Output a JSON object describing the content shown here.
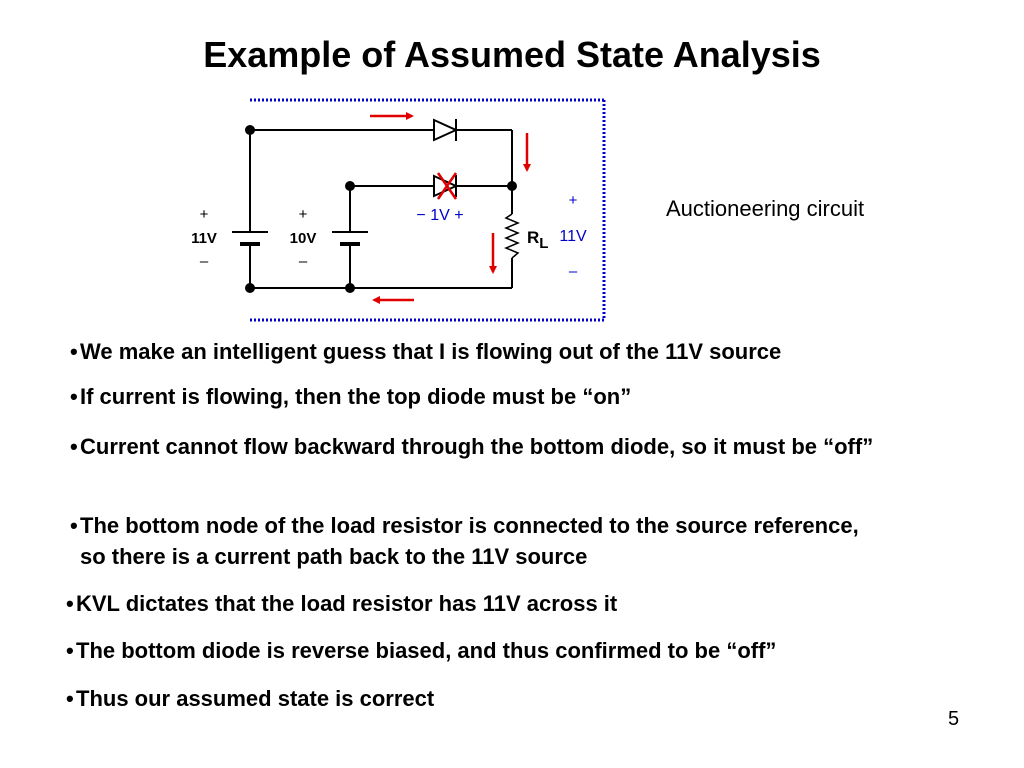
{
  "slide": {
    "title": "Example of Assumed State Analysis",
    "caption": "Auctioneering circuit",
    "page_number": "5"
  },
  "circuit": {
    "source1": {
      "plus": "+",
      "value": "11V",
      "minus": "–"
    },
    "source2": {
      "plus": "+",
      "value": "10V",
      "minus": "–"
    },
    "diode_voltage_label": "− 1V +",
    "resistor": {
      "label": "R",
      "subscript": "L"
    },
    "load_voltage": {
      "plus": "+",
      "value": "11V",
      "minus": "–"
    },
    "colors": {
      "wire": "#000000",
      "arrow": "#e00000",
      "annotation": "#0000cc",
      "boundary": "#0000cc"
    }
  },
  "bullets": [
    {
      "glyph": "•",
      "text": "We make an intelligent guess that I is flowing out of the 11V source"
    },
    {
      "glyph": "•",
      "text": "If current is flowing, then the top diode must be “on”"
    },
    {
      "glyph": "•",
      "text": "Current cannot flow backward through the bottom diode, so it must be “off”"
    },
    {
      "glyph": "•",
      "text": "The bottom node of the load resistor is connected to the source reference, so there is a current path back to the 11V source"
    },
    {
      "glyph": "•",
      "text": "KVL dictates that the load resistor has 11V across it"
    },
    {
      "glyph": "•",
      "text": "The bottom diode is reverse biased, and thus confirmed to be “off”"
    },
    {
      "glyph": "•",
      "text": "Thus our assumed state is correct"
    }
  ]
}
